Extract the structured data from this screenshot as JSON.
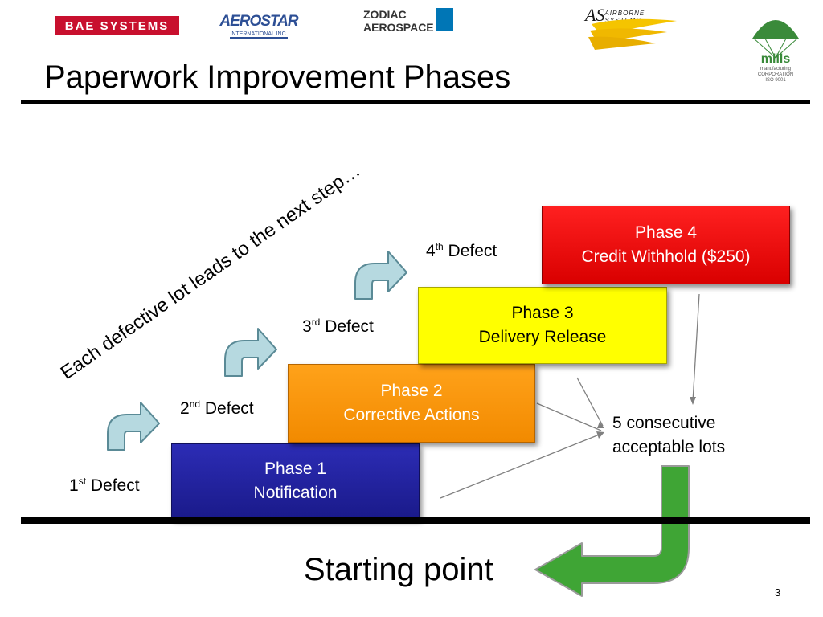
{
  "logos": {
    "bae": "BAE SYSTEMS",
    "aerostar": "AEROSTAR",
    "aerostar_sub": "INTERNATIONAL INC.",
    "zodiac_line1": "ZODIAC",
    "zodiac_line2": "AEROSPACE",
    "airborne_as": "AS",
    "airborne_sub": "AIRBORNE SYSTEMS",
    "mills_name": "mills",
    "mills_line1": "manufacturing",
    "mills_line2": "CORPORATION",
    "mills_line3": "ISO 9001"
  },
  "slide": {
    "title": "Paperwork Improvement Phases",
    "diagonal_text": "Each defective lot leads to the next step…",
    "phases": [
      {
        "name": "Phase 1",
        "desc": "Notification",
        "color": "#1f1f9e"
      },
      {
        "name": "Phase 2",
        "desc": "Corrective Actions",
        "color": "#f7930f"
      },
      {
        "name": "Phase 3",
        "desc": "Delivery Release",
        "color": "#ffff00"
      },
      {
        "name": "Phase 4",
        "desc": "Credit Withhold ($250)",
        "color": "#e60000"
      }
    ],
    "defects": [
      {
        "num": "1",
        "suffix": "st",
        "label": "Defect"
      },
      {
        "num": "2",
        "suffix": "nd",
        "label": "Defect"
      },
      {
        "num": "3",
        "suffix": "rd",
        "label": "Defect"
      },
      {
        "num": "4",
        "suffix": "th",
        "label": "Defect"
      }
    ],
    "lots_line1": "5 consecutive",
    "lots_line2": "acceptable lots",
    "starting_point": "Starting point",
    "page_number": "3"
  }
}
